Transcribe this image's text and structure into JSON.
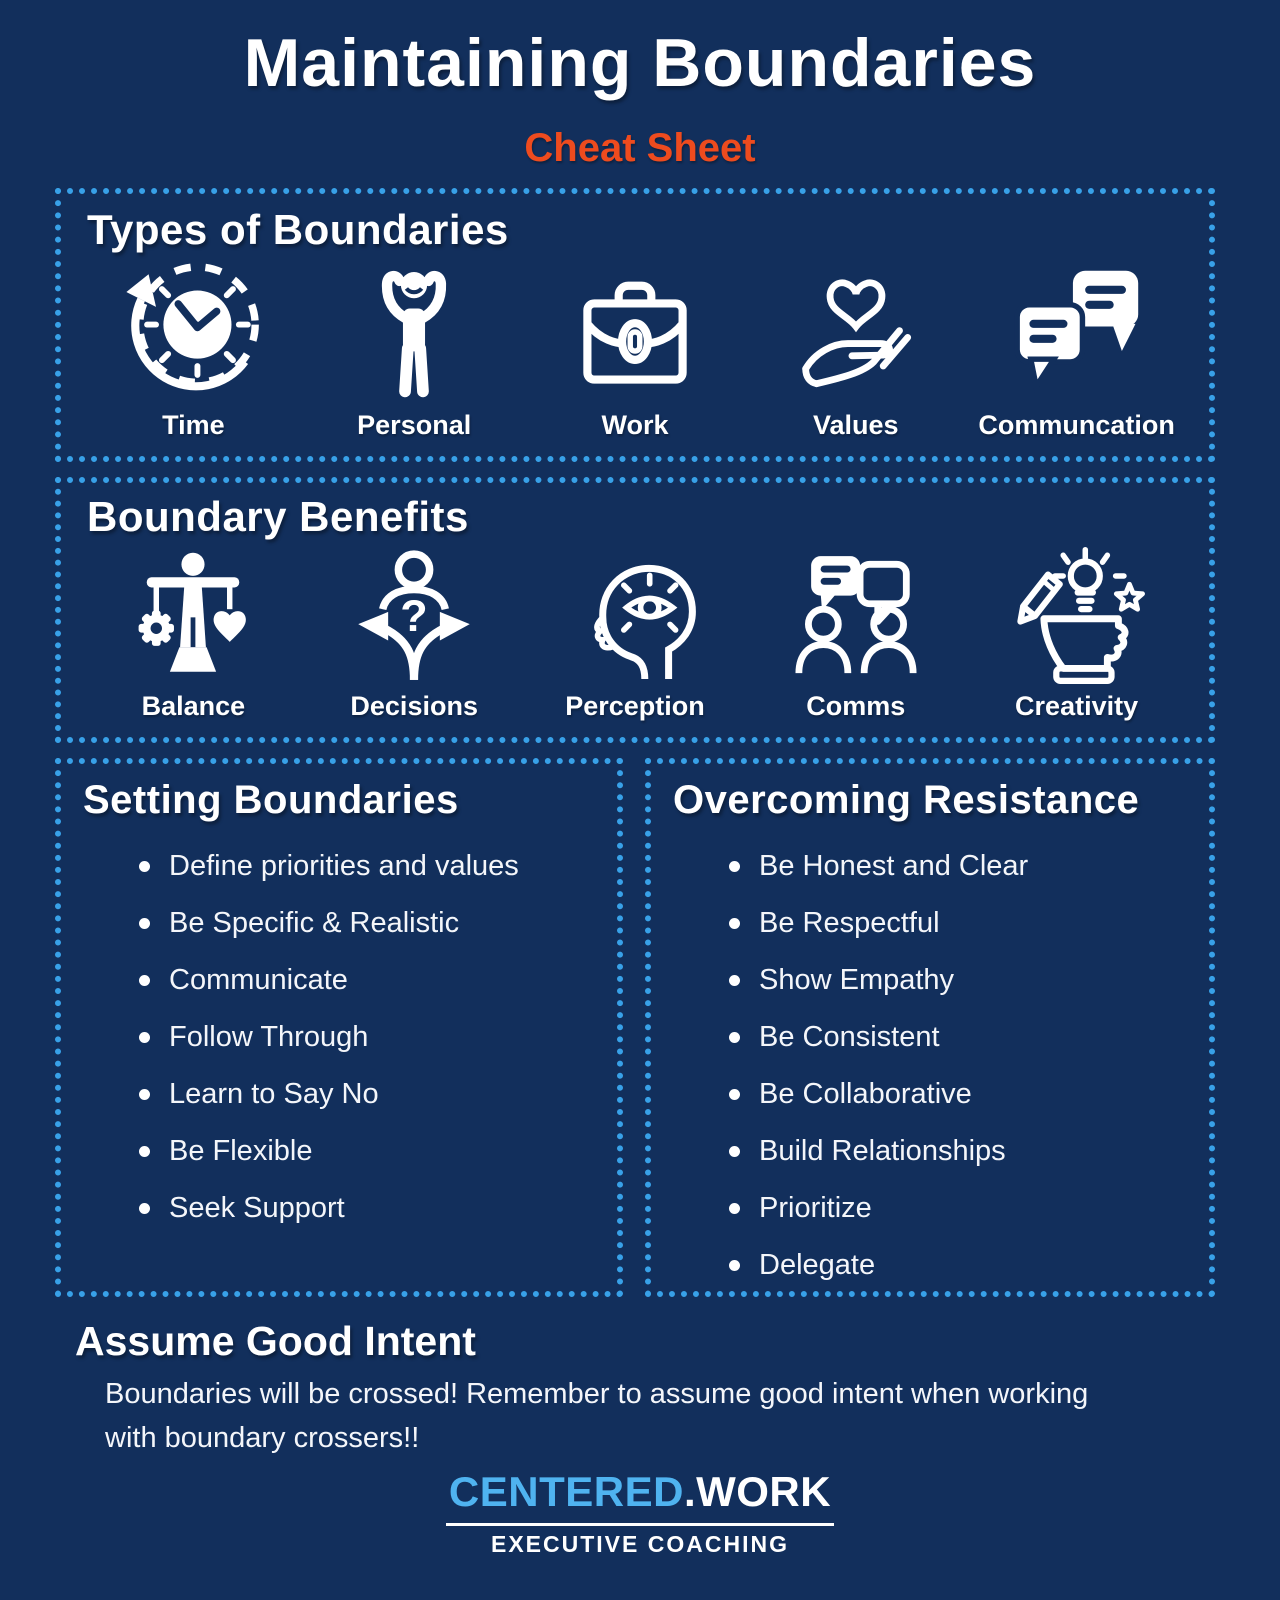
{
  "page": {
    "title": "Maintaining Boundaries",
    "subtitle": "Cheat Sheet"
  },
  "colors": {
    "background": "#122F5C",
    "border_blue": "#38A1E8",
    "accent_orange": "#EE4B1E",
    "brand_blue": "#4FB3F0",
    "text_white": "#FFFFFF"
  },
  "sections": {
    "types": {
      "heading": "Types of Boundaries",
      "items": [
        {
          "icon": "time-icon",
          "label": "Time"
        },
        {
          "icon": "personal-icon",
          "label": "Personal"
        },
        {
          "icon": "work-icon",
          "label": "Work"
        },
        {
          "icon": "values-icon",
          "label": "Values"
        },
        {
          "icon": "communication-icon",
          "label": "Communcation"
        }
      ]
    },
    "benefits": {
      "heading": "Boundary Benefits",
      "items": [
        {
          "icon": "balance-icon",
          "label": "Balance"
        },
        {
          "icon": "decisions-icon",
          "label": "Decisions"
        },
        {
          "icon": "perception-icon",
          "label": "Perception"
        },
        {
          "icon": "comms-icon",
          "label": "Comms"
        },
        {
          "icon": "creativity-icon",
          "label": "Creativity"
        }
      ]
    },
    "setting": {
      "heading": "Setting Boundaries",
      "bullets": [
        "Define priorities and values",
        "Be Specific & Realistic",
        "Communicate",
        "Follow Through",
        "Learn to Say No",
        "Be Flexible",
        "Seek Support"
      ]
    },
    "overcoming": {
      "heading": "Overcoming Resistance",
      "bullets": [
        "Be Honest and Clear",
        "Be Respectful",
        "Show Empathy",
        "Be Consistent",
        "Be Collaborative",
        "Build Relationships",
        "Prioritize",
        "Delegate"
      ]
    },
    "assume": {
      "heading": "Assume Good Intent",
      "body": "Boundaries will be crossed! Remember to assume good intent when working with boundary crossers!!"
    }
  },
  "footer": {
    "brand_primary": "CENTERED",
    "brand_secondary": ".WORK",
    "tagline": "EXECUTIVE COACHING"
  }
}
